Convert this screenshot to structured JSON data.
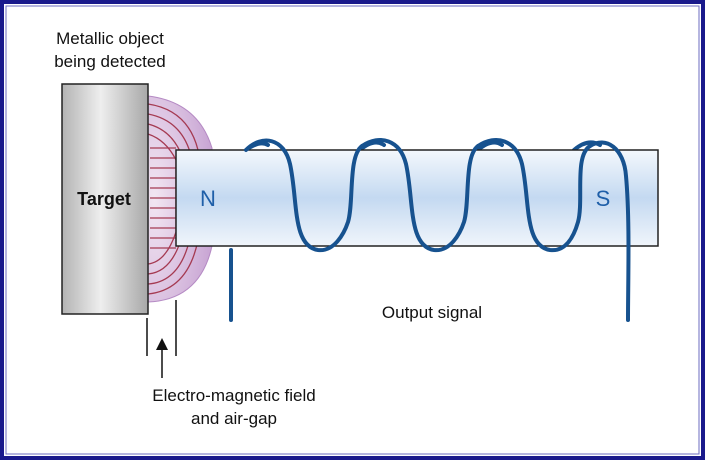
{
  "labels": {
    "metallic_line1": "Metallic object",
    "metallic_line2": "being detected",
    "target": "Target",
    "north": "N",
    "south": "S",
    "output": "Output signal",
    "field_line1": "Electro-magnetic field",
    "field_line2": "and air-gap"
  },
  "colors": {
    "frame_border": "#1a1a8c",
    "coil": "#17528f",
    "pole_text": "#1f5fa8",
    "field_fill": "#d9bedf",
    "field_lines": "#a53a52",
    "core_mid": "#cfe0f4",
    "core_edge": "#f4f8fc",
    "target_light": "#e8e8e8",
    "target_dark": "#a9a9a9"
  }
}
